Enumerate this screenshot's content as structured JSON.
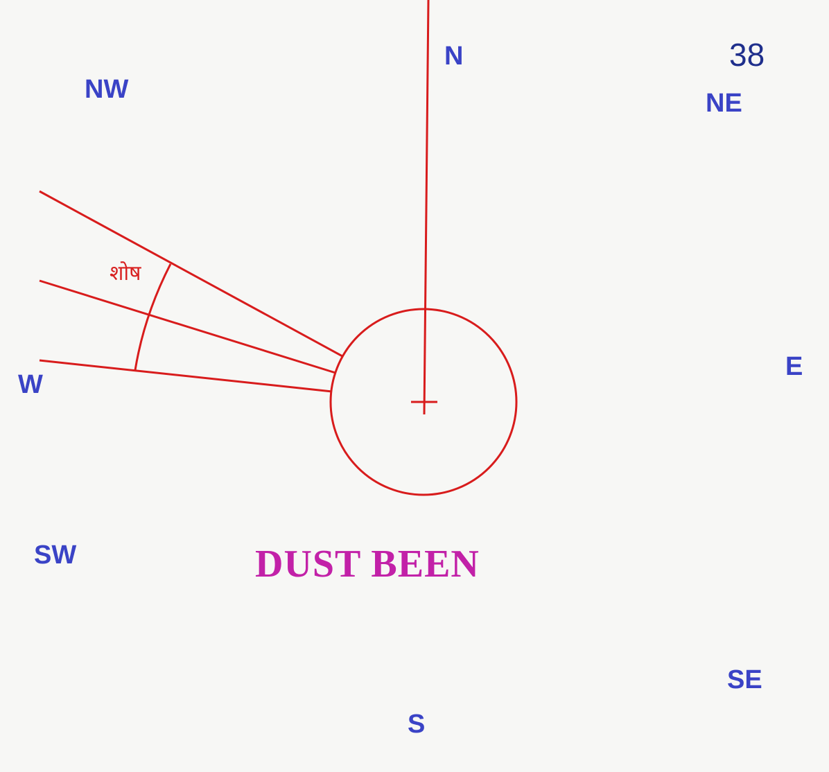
{
  "directions": {
    "n": "N",
    "ne": "NE",
    "e": "E",
    "se": "SE",
    "s": "S",
    "sw": "SW",
    "w": "W",
    "nw": "NW"
  },
  "page_number": "38",
  "sector_label": "शोष",
  "caption": "DUST BEEN",
  "colors": {
    "lines": "#d81c1c",
    "direction_text": "#3a43c6",
    "caption": "#c221a8",
    "page_number": "#1f2f8c"
  }
}
